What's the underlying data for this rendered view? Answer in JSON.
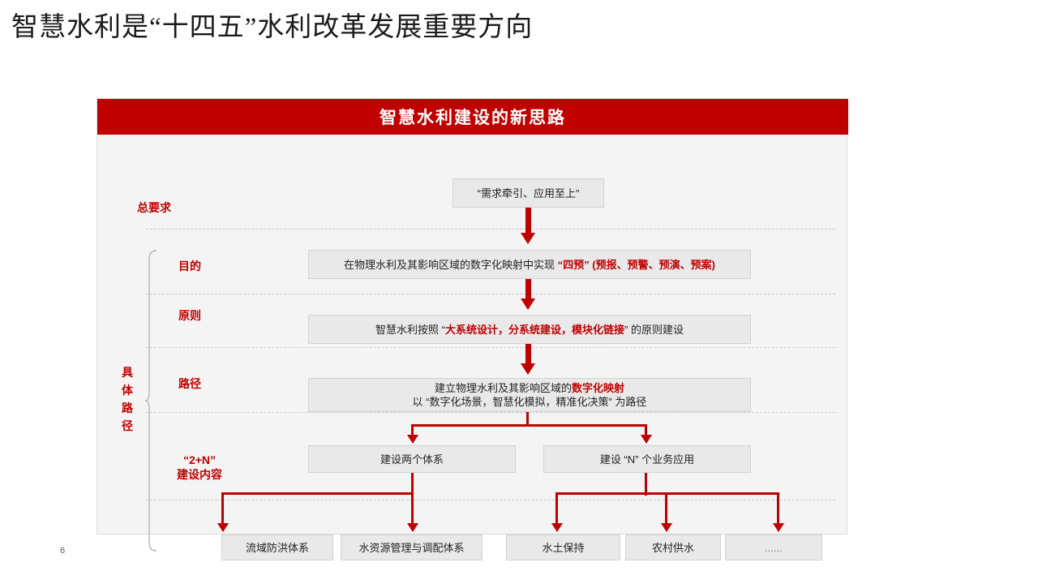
{
  "slide": {
    "title": "智慧水利是“十四五”水利改革发展重要方向",
    "page_number": "6"
  },
  "panel": {
    "header": "智慧水利建设的新思路",
    "accent_color": "#C00000",
    "panel_bg": "#F4F4F4",
    "node_bg": "#E9E9E9",
    "node_border": "#D2D2D2"
  },
  "labels": {
    "overall_requirement": "总要求",
    "purpose": "目的",
    "principle": "原则",
    "path": "路径",
    "build_content_line1": "“2+N”",
    "build_content_line2": "建设内容",
    "vertical_group": "具体路径"
  },
  "nodes": {
    "top": "“需求牵引、应用至上”",
    "purpose_prefix": "在物理水利及其影响区域的数字化映射中实现 ",
    "purpose_highlight": "“四预” (预报、预警、预演、预案)",
    "principle_prefix": "智慧水利按照 “",
    "principle_highlight": "大系统设计，分系统建设，模块化链接",
    "principle_suffix": "” 的原则建设",
    "path_line1_prefix": "建立物理水利及其影响区域的",
    "path_line1_highlight": "数字化映射",
    "path_line2": "以 “数字化场景，智慧化模拟，精准化决策” 为路径",
    "branch_left": "建设两个体系",
    "branch_right": "建设 “N” 个业务应用",
    "leaf_1": "流域防洪体系",
    "leaf_2": "水资源管理与调配体系",
    "leaf_3": "水土保持",
    "leaf_4": "农村供水",
    "leaf_5": "......"
  }
}
